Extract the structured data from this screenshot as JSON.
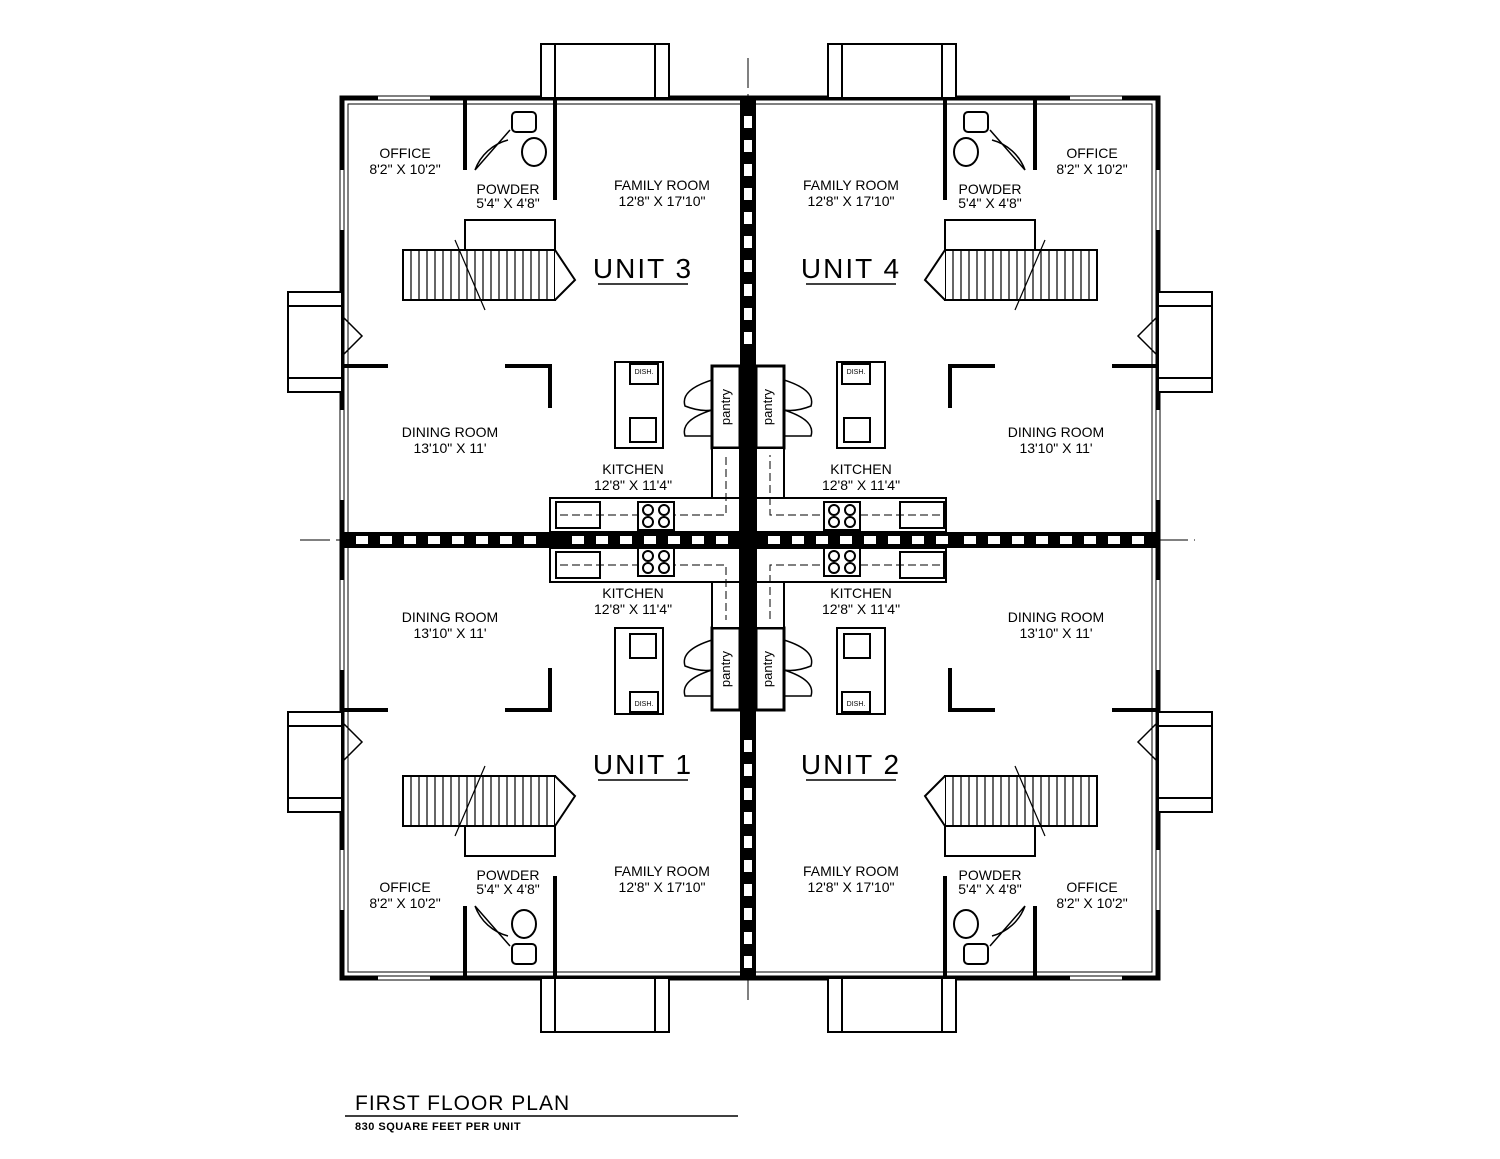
{
  "units": [
    {
      "name": "UNIT 3",
      "office": "OFFICE",
      "office_dim": "8'2\" X 10'2\"",
      "powder": "POWDER",
      "powder_dim": "5'4\" X 4'8\"",
      "family": "FAMILY ROOM",
      "family_dim": "12'8\" X 17'10\"",
      "dining": "DINING ROOM",
      "dining_dim": "13'10\" X 11'",
      "kitchen": "KITCHEN",
      "kitchen_dim": "12'8\" X 11'4\"",
      "pantry": "pantry",
      "dish": "DISH."
    },
    {
      "name": "UNIT 4",
      "office": "OFFICE",
      "office_dim": "8'2\" X 10'2\"",
      "powder": "POWDER",
      "powder_dim": "5'4\" X 4'8\"",
      "family": "FAMILY ROOM",
      "family_dim": "12'8\" X 17'10\"",
      "dining": "DINING ROOM",
      "dining_dim": "13'10\" X 11'",
      "kitchen": "KITCHEN",
      "kitchen_dim": "12'8\" X 11'4\"",
      "pantry": "pantry",
      "dish": "DISH."
    },
    {
      "name": "UNIT 1",
      "office": "OFFICE",
      "office_dim": "8'2\" X 10'2\"",
      "powder": "POWDER",
      "powder_dim": "5'4\" X 4'8\"",
      "family": "FAMILY ROOM",
      "family_dim": "12'8\" X 17'10\"",
      "dining": "DINING ROOM",
      "dining_dim": "13'10\" X 11'",
      "kitchen": "KITCHEN",
      "kitchen_dim": "12'8\" X 11'4\"",
      "pantry": "pantry",
      "dish": "DISH."
    },
    {
      "name": "UNIT 2",
      "office": "OFFICE",
      "office_dim": "8'2\" X 10'2\"",
      "powder": "POWDER",
      "powder_dim": "5'4\" X 4'8\"",
      "family": "FAMILY ROOM",
      "family_dim": "12'8\" X 17'10\"",
      "dining": "DINING ROOM",
      "dining_dim": "13'10\" X 11'",
      "kitchen": "KITCHEN",
      "kitchen_dim": "12'8\" X 11'4\"",
      "pantry": "pantry",
      "dish": "DISH."
    }
  ],
  "title": {
    "main": "FIRST FLOOR PLAN",
    "sub": "830 SQUARE FEET PER UNIT"
  },
  "colors": {
    "line": "#000000",
    "background": "#ffffff"
  }
}
